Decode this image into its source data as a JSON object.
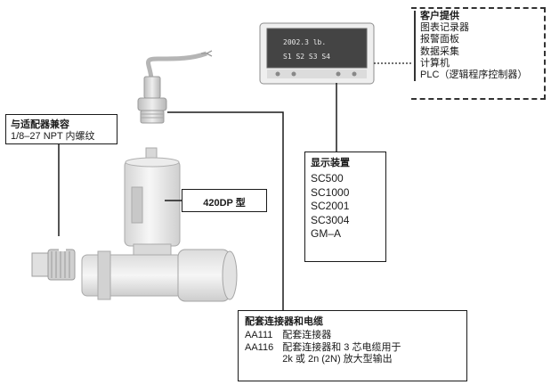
{
  "customer": {
    "title": "客户提供",
    "items": [
      "图表记录器",
      "报警面板",
      "数据采集",
      "计算机",
      "PLC（逻辑程序控制器）"
    ]
  },
  "adapter": {
    "title": "与适配器兼容",
    "text": "1/8–27 NPT 内螺纹"
  },
  "model": {
    "label": "420DP 型"
  },
  "display_devices": {
    "title": "显示装置",
    "items": [
      "SC500",
      "SC1000",
      "SC2001",
      "SC3004",
      "GM–A"
    ]
  },
  "connector_cable": {
    "title": "配套连接器和电缆",
    "rows": [
      {
        "code": "AA111",
        "desc": "配套连接器"
      },
      {
        "code": "AA116",
        "desc": "配套连接器和 3 芯电缆用于",
        "desc2": "2k 或 2n (2N) 放大型输出"
      }
    ]
  },
  "meter_display": {
    "line1": "2002.3 lb.",
    "line2": "S1 S2 S3 S4"
  }
}
